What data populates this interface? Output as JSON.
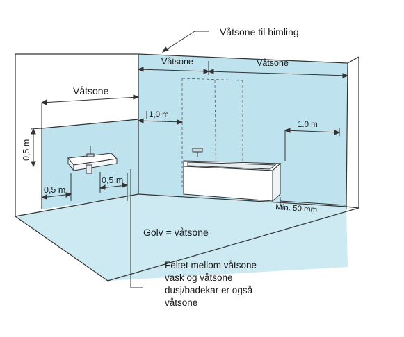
{
  "colors": {
    "wet_zone": "#bfe3ee",
    "floor": "#cde9f2",
    "line": "#333333",
    "dashed": "#666666"
  },
  "labels": {
    "ceiling_note": "Våtsone til himling",
    "back_left_zone": "Våtsone",
    "back_right_zone": "Våtsone",
    "left_wall_zone": "Våtsone",
    "sink_height": "0,5 m",
    "sink_left": "0,5 m",
    "sink_right": "0,5 m",
    "shower_width": "1,0 m",
    "bath_width": "1.0 m",
    "min_gap": "Min. 50 mm",
    "floor": "Golv = våtsone",
    "note_lines": [
      "Feltet mellom våtsone",
      "vask og våtsone",
      "dusj/badekar er også",
      "våtsone"
    ]
  }
}
